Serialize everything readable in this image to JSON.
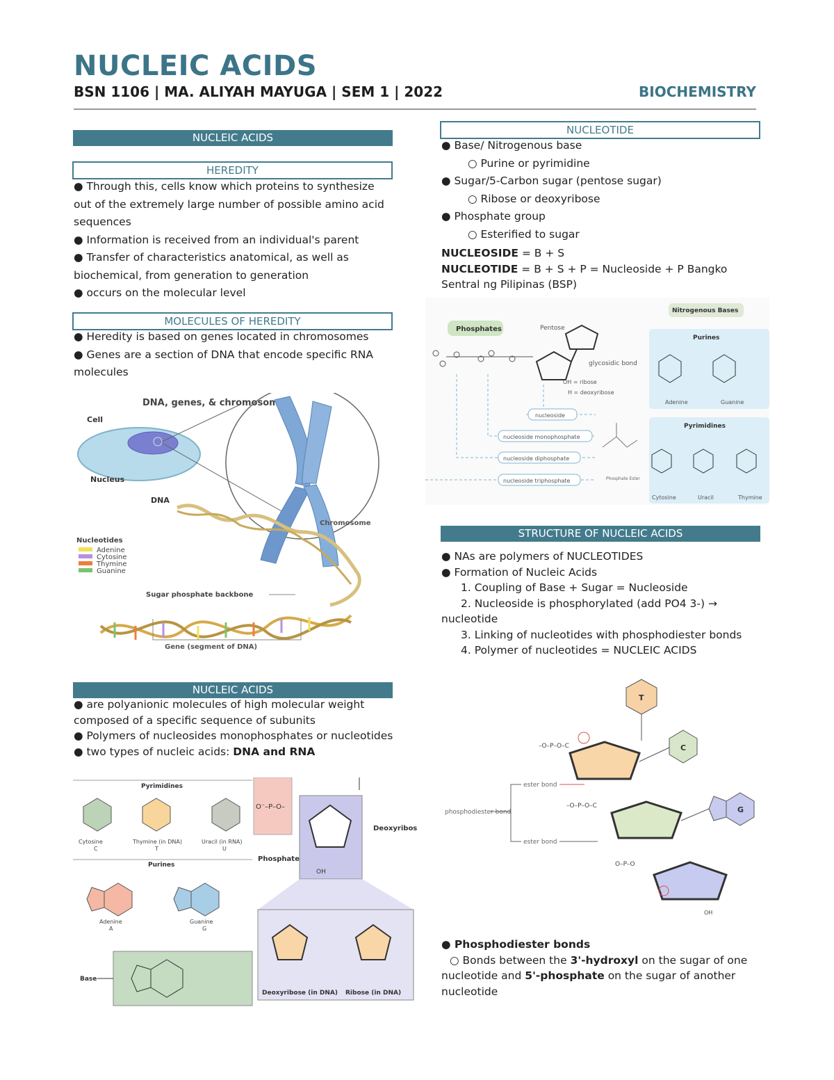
{
  "header": {
    "title": "NUCLEIC ACIDS",
    "subline": "BSN 1106 | MA. ALIYAH MAYUGA | SEM 1 | 2022",
    "subject": "BIOCHEMISTRY"
  },
  "left": {
    "section1": "NUCLEIC ACIDS",
    "heredity": {
      "heading": "HEREDITY",
      "bullets": [
        "Through this, cells know which proteins to synthesize out of the extremely large number of possible amino acid sequences",
        "Information is received from an individual's parent",
        "Transfer of characteristics anatomical, as well as biochemical, from generation to generation",
        "occurs on the molecular level"
      ]
    },
    "molecules": {
      "heading": "MOLECULES OF HEREDITY",
      "bullets": [
        "Heredity is based on genes located in chromosomes",
        "Genes are a section of DNA that encode specific RNA molecules"
      ]
    },
    "dna_figure": {
      "title": "DNA, genes, & chromosomes",
      "cell": "Cell",
      "nucleus": "Nucleus",
      "dna": "DNA",
      "chromosome": "Chromosome",
      "nucleotides": "Nucleotides",
      "legend": [
        "Adenine",
        "Cytosine",
        "Thymine",
        "Guanine"
      ],
      "backbone": "Sugar phosphate backbone",
      "gene": "Gene (segment of DNA)"
    },
    "section2": "NUCLEIC ACIDS",
    "na_bullets": [
      "are polyanionic molecules of high molecular weight composed of a specific sequence of subunits",
      "Polymers of nucleosides monophosphates or nucleotides"
    ],
    "na_last_prefix": "two types of nucleic acids: ",
    "na_last_bold": "DNA and RNA",
    "bases_figure": {
      "pyrimidines": "Pyrimidines",
      "purines": "Purines",
      "cytosine": "Cytosine",
      "cytosine_letter": "C",
      "thymine": "Thymine (in DNA)",
      "thymine_letter": "T",
      "uracil": "Uracil (in RNA)",
      "uracil_letter": "U",
      "adenine": "Adenine",
      "adenine_letter": "A",
      "guanine": "Guanine",
      "guanine_letter": "G",
      "phosphate": "Phosphate",
      "sugar": "Deoxyribose or ribose sugar",
      "base": "Base",
      "deoxyribose": "Deoxyribose (in DNA)",
      "ribose": "Ribose (in DNA)"
    }
  },
  "right": {
    "nucleotide": {
      "heading": "NUCLEOTIDE",
      "items": [
        {
          "bullet": "Base/ Nitrogenous base",
          "sub": "Purine or pyrimidine"
        },
        {
          "bullet": "Sugar/5-Carbon sugar (pentose sugar)",
          "sub": "Ribose or deoxyribose"
        },
        {
          "bullet": "Phosphate group",
          "sub": "Esterified to sugar"
        }
      ],
      "nucleoside_label": "NUCLEOSIDE",
      "nucleoside_formula": " = B + S",
      "nucleotide_label": "NUCLEOTIDE",
      "nucleotide_formula": " = B + S + P = Nucleoside + P Bangko Sentral ng Pilipinas (BSP)"
    },
    "nucleotide_figure": {
      "phosphates": "Phosphates",
      "pentose": "Pentose",
      "glycosidic": "glycosidic bond",
      "ribose": "OH = ribose",
      "deoxyribose": "H = deoxyribose",
      "nitrogenous_bases": "Nitrogenous Bases",
      "purines": "Purines",
      "pyrimidines": "Pyrimidines",
      "adenine": "Adenine",
      "guanine": "Guanine",
      "cytosine": "Cytosine",
      "uracil": "Uracil",
      "thymine": "Thymine",
      "nucleoside": "nucleoside",
      "nmp": "nucleoside monophosphate",
      "ndp": "nucleoside diphosphate",
      "ntp": "nucleoside triphosphate",
      "phosphate_ester": "Phosphate Ester"
    },
    "structure": {
      "heading": "STRUCTURE OF NUCLEIC ACIDS",
      "bullets": [
        "NAs are polymers of NUCLEOTIDES",
        "Formation of Nucleic Acids"
      ],
      "steps": [
        "1. Coupling of Base + Sugar = Nucleoside",
        "2. Nucleoside is phosphorylated (add PO4 3-) →",
        "3. Linking of nucleotides with phosphodiester bonds",
        "4. Polymer of nucleotides = NUCLEIC ACIDS"
      ],
      "step2_cont": "nucleotide"
    },
    "chain_figure": {
      "ester_bond": "ester bond",
      "phosphodiester": "phosphodiester bond",
      "t": "T",
      "c": "C",
      "g": "G"
    },
    "phosphodiester": {
      "bullet": "Phosphodiester bonds",
      "sub_prefix": "Bonds between the ",
      "sub_bold1": "3'-hydroxyl",
      "sub_mid": " on the sugar of one nucleotide and ",
      "sub_bold2": "5'-phosphate",
      "sub_end": " on the sugar of another nucleotide"
    }
  }
}
